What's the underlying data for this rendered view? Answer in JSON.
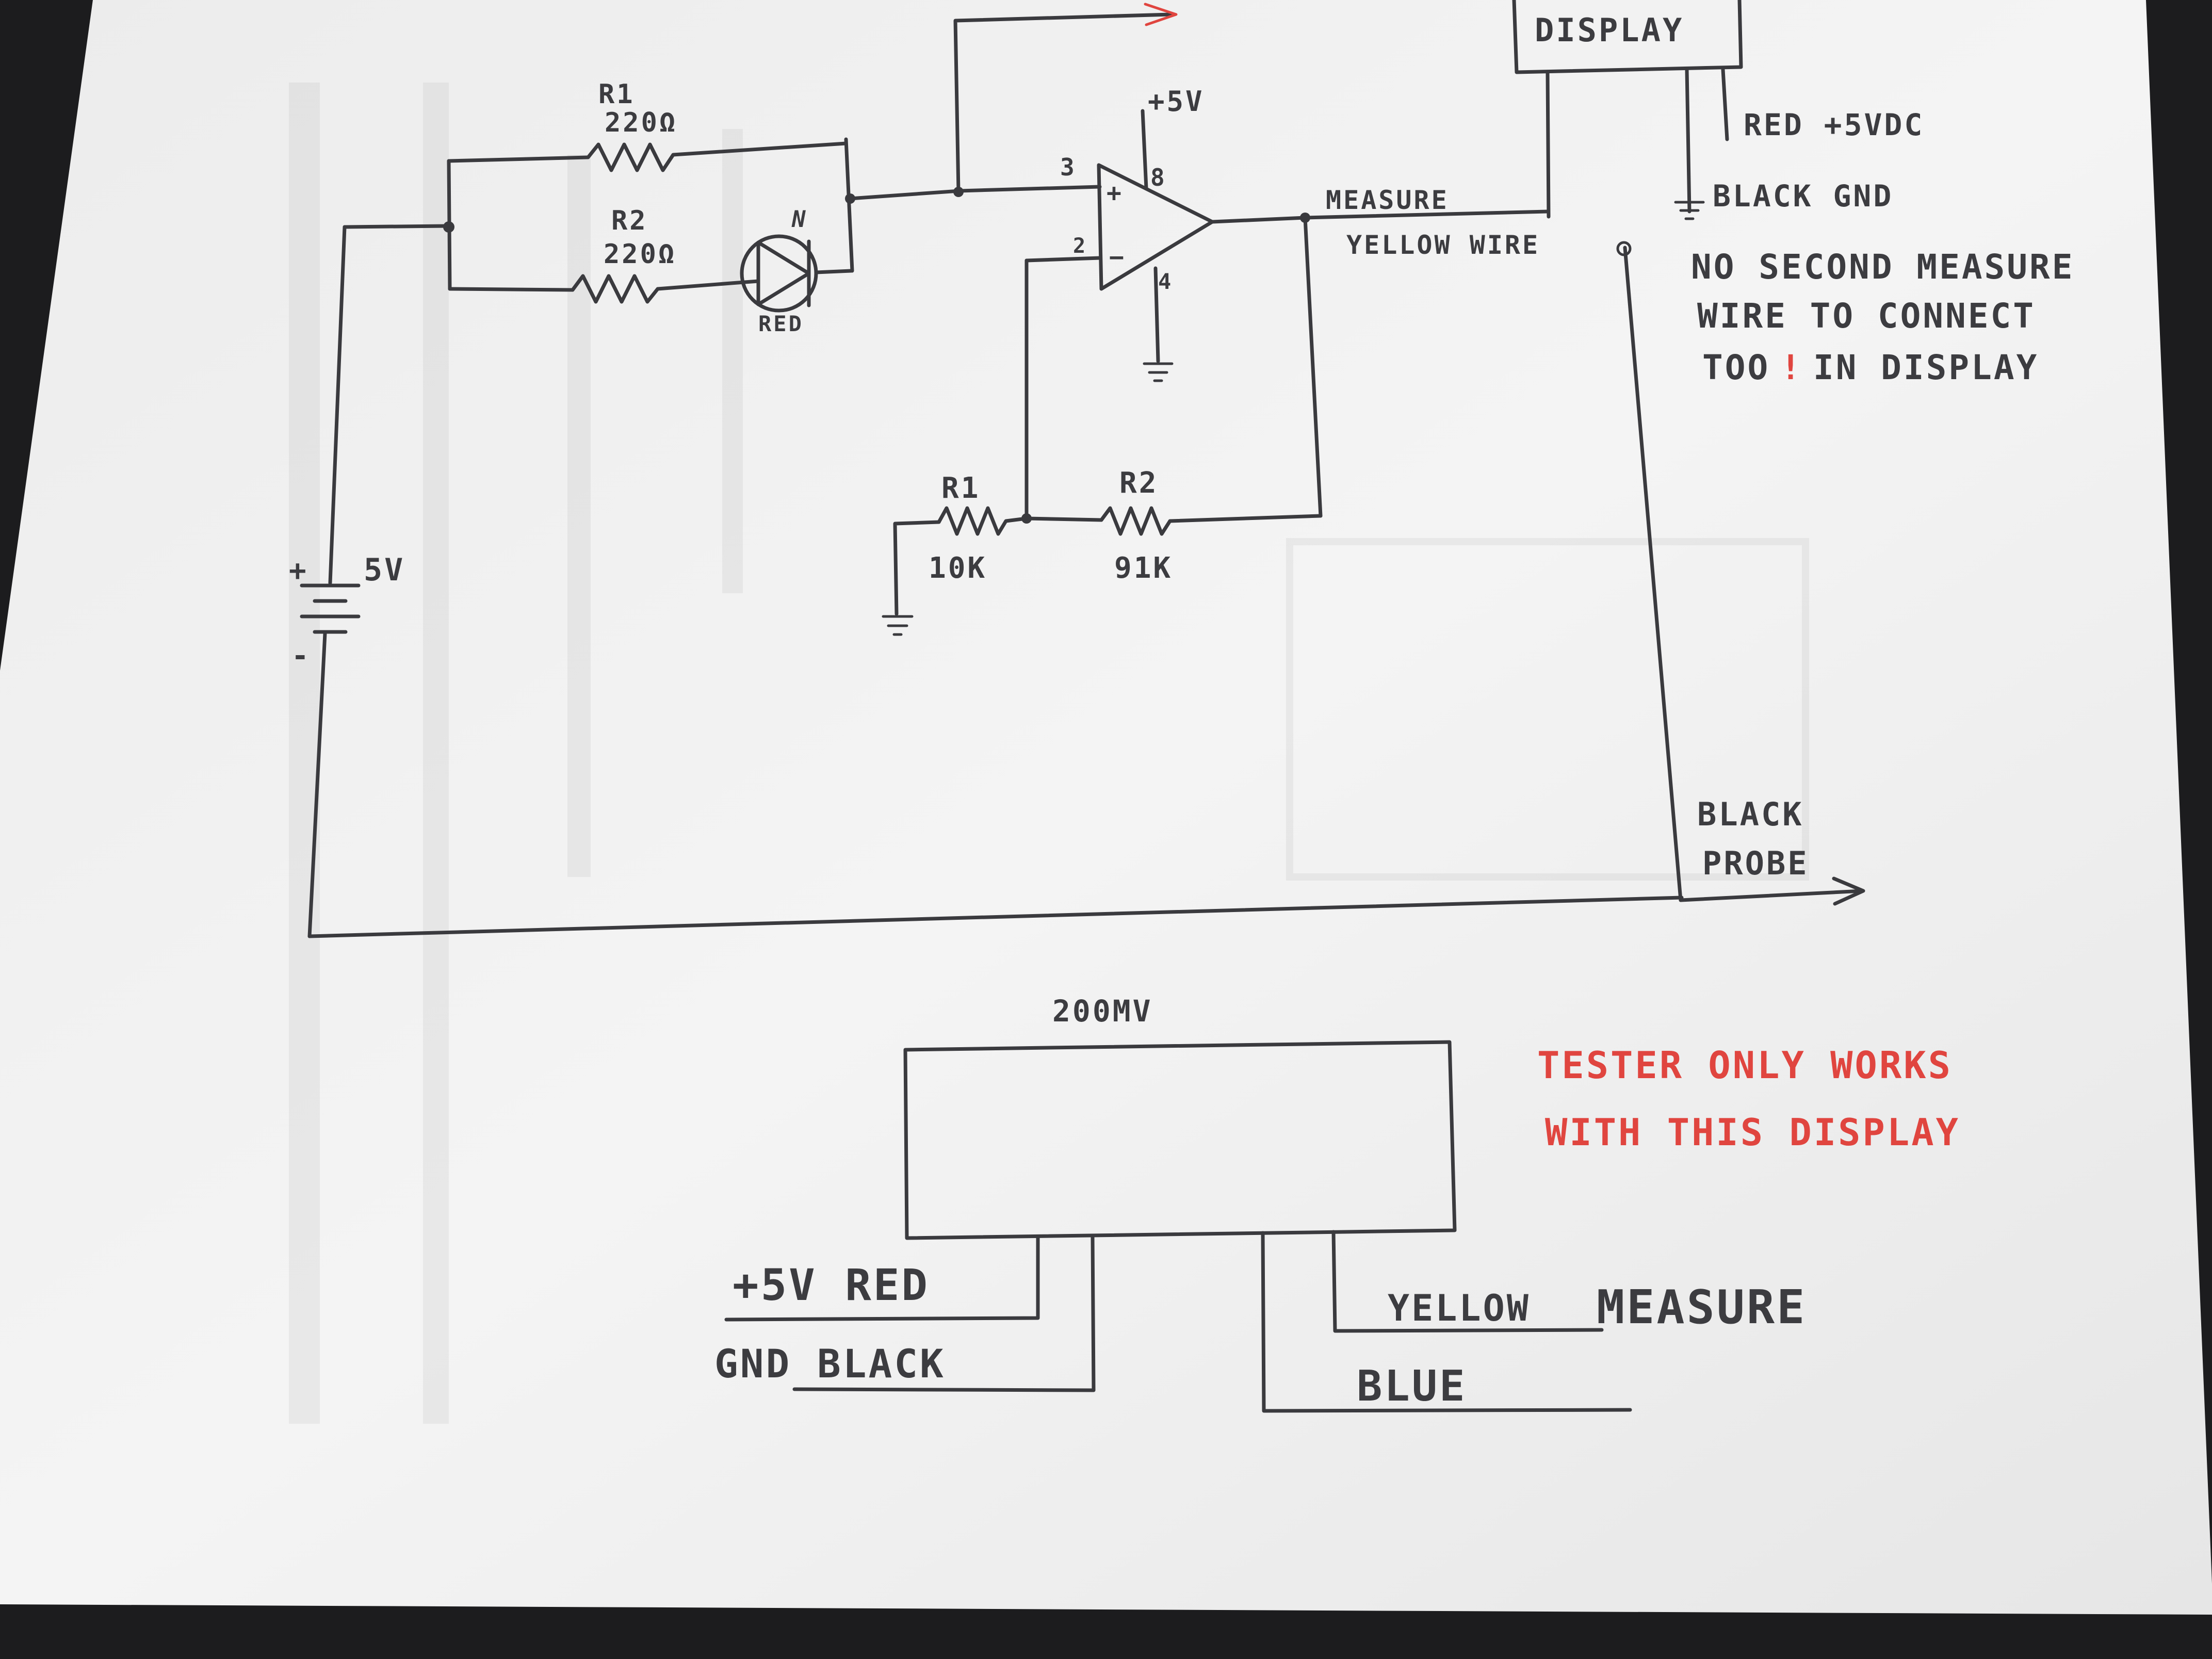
{
  "display_top": {
    "label": "DISPLAY"
  },
  "top_wires": {
    "red_label": "RED +5VDC",
    "black_label": "BLACK GND"
  },
  "note_top": {
    "line1": "NO SECOND MEASURE",
    "line2": "WIRE TO CONNECT",
    "line3_a": "TOO",
    "line3_exclaim": "!",
    "line3_b": "IN DISPLAY"
  },
  "input_stage": {
    "r1_name": "R1",
    "r1_value": "220Ω",
    "r2_name": "R2",
    "r2_value": "220Ω",
    "led_number": "N",
    "led_color": "RED"
  },
  "opamp": {
    "supply": "+5V",
    "pin_noninv": "3",
    "pin_inv": "2",
    "pin_vcc": "8",
    "pin_gnd": "4",
    "plus": "+",
    "minus": "−"
  },
  "output": {
    "measure_label": "MEASURE",
    "yellow_label": "YELLOW WIRE"
  },
  "feedback": {
    "r1_name": "R1",
    "r1_value": "10K",
    "r2_name": "R2",
    "r2_value": "91K"
  },
  "battery": {
    "plus": "+",
    "minus": "-",
    "voltage": "5V"
  },
  "probe": {
    "line1": "BLACK",
    "line2": "PROBE"
  },
  "display_bottom": {
    "range": "200MV",
    "red_label": "+5V RED",
    "gnd_label": "GND BLACK",
    "yellow_label": "YELLOW",
    "measure_label": "MEASURE",
    "blue_label": "BLUE"
  },
  "note_bottom": {
    "line1": "TESTER ONLY WORKS",
    "line2": "WITH THIS DISPLAY"
  },
  "colors": {
    "paper": "#f2f2f2",
    "ink": "#3a3a3e",
    "red_ink": "#e0453f",
    "background": "#1c1c1e"
  }
}
